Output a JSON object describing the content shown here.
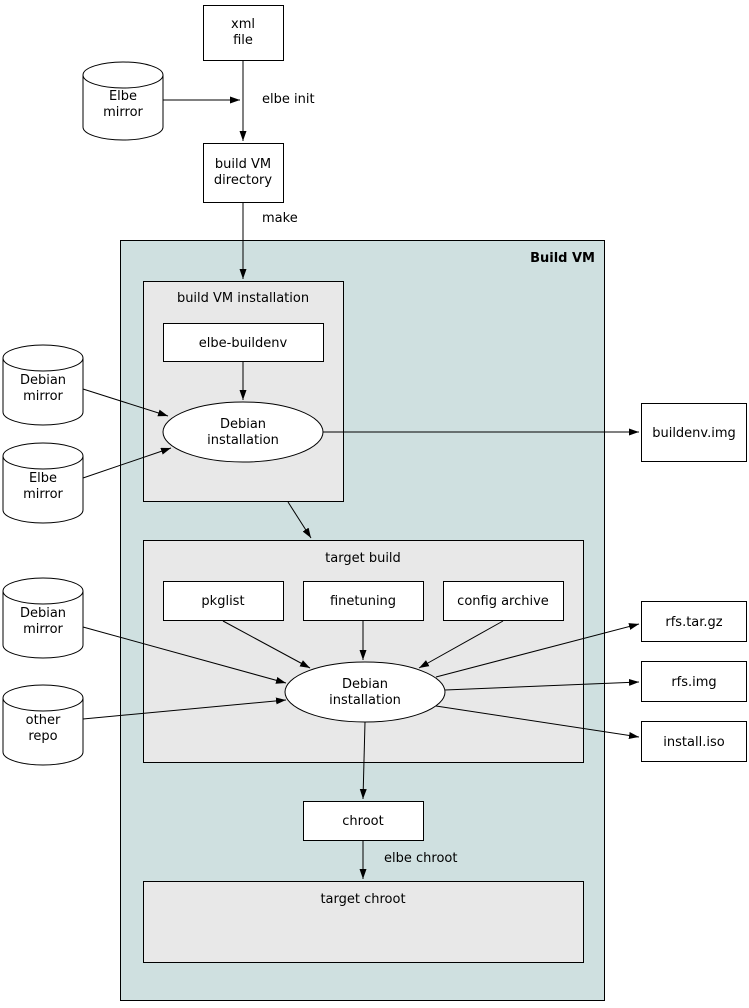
{
  "colors": {
    "build_vm_bg": "#cfe0e0",
    "panel_bg": "#e8e8e8",
    "node_bg": "#ffffff",
    "stroke": "#000000"
  },
  "build_vm": {
    "label": "Build VM"
  },
  "nodes": {
    "xml_file": {
      "l1": "xml",
      "l2": "file"
    },
    "elbe_mirror_top": {
      "l1": "Elbe",
      "l2": "mirror"
    },
    "build_vm_directory": {
      "l1": "build VM",
      "l2": "directory"
    },
    "build_vm_installation": {
      "title": "build VM installation"
    },
    "elbe_buildenv": {
      "label": "elbe-buildenv"
    },
    "debian_installation_1": {
      "l1": "Debian",
      "l2": "installation"
    },
    "debian_mirror_1": {
      "l1": "Debian",
      "l2": "mirror"
    },
    "elbe_mirror_left": {
      "l1": "Elbe",
      "l2": "mirror"
    },
    "buildenv_img": {
      "label": "buildenv.img"
    },
    "target_build": {
      "title": "target build"
    },
    "pkglist": {
      "label": "pkglist"
    },
    "finetuning": {
      "label": "finetuning"
    },
    "config_archive": {
      "label": "config archive"
    },
    "debian_installation_2": {
      "l1": "Debian",
      "l2": "installation"
    },
    "debian_mirror_2": {
      "l1": "Debian",
      "l2": "mirror"
    },
    "other_repo": {
      "l1": "other",
      "l2": "repo"
    },
    "rfs_tar_gz": {
      "label": "rfs.tar.gz"
    },
    "rfs_img": {
      "label": "rfs.img"
    },
    "install_iso": {
      "label": "install.iso"
    },
    "chroot": {
      "label": "chroot"
    },
    "target_chroot": {
      "title": "target chroot"
    }
  },
  "edges": {
    "elbe_init": "elbe init",
    "make": "make",
    "elbe_chroot": "elbe chroot"
  }
}
